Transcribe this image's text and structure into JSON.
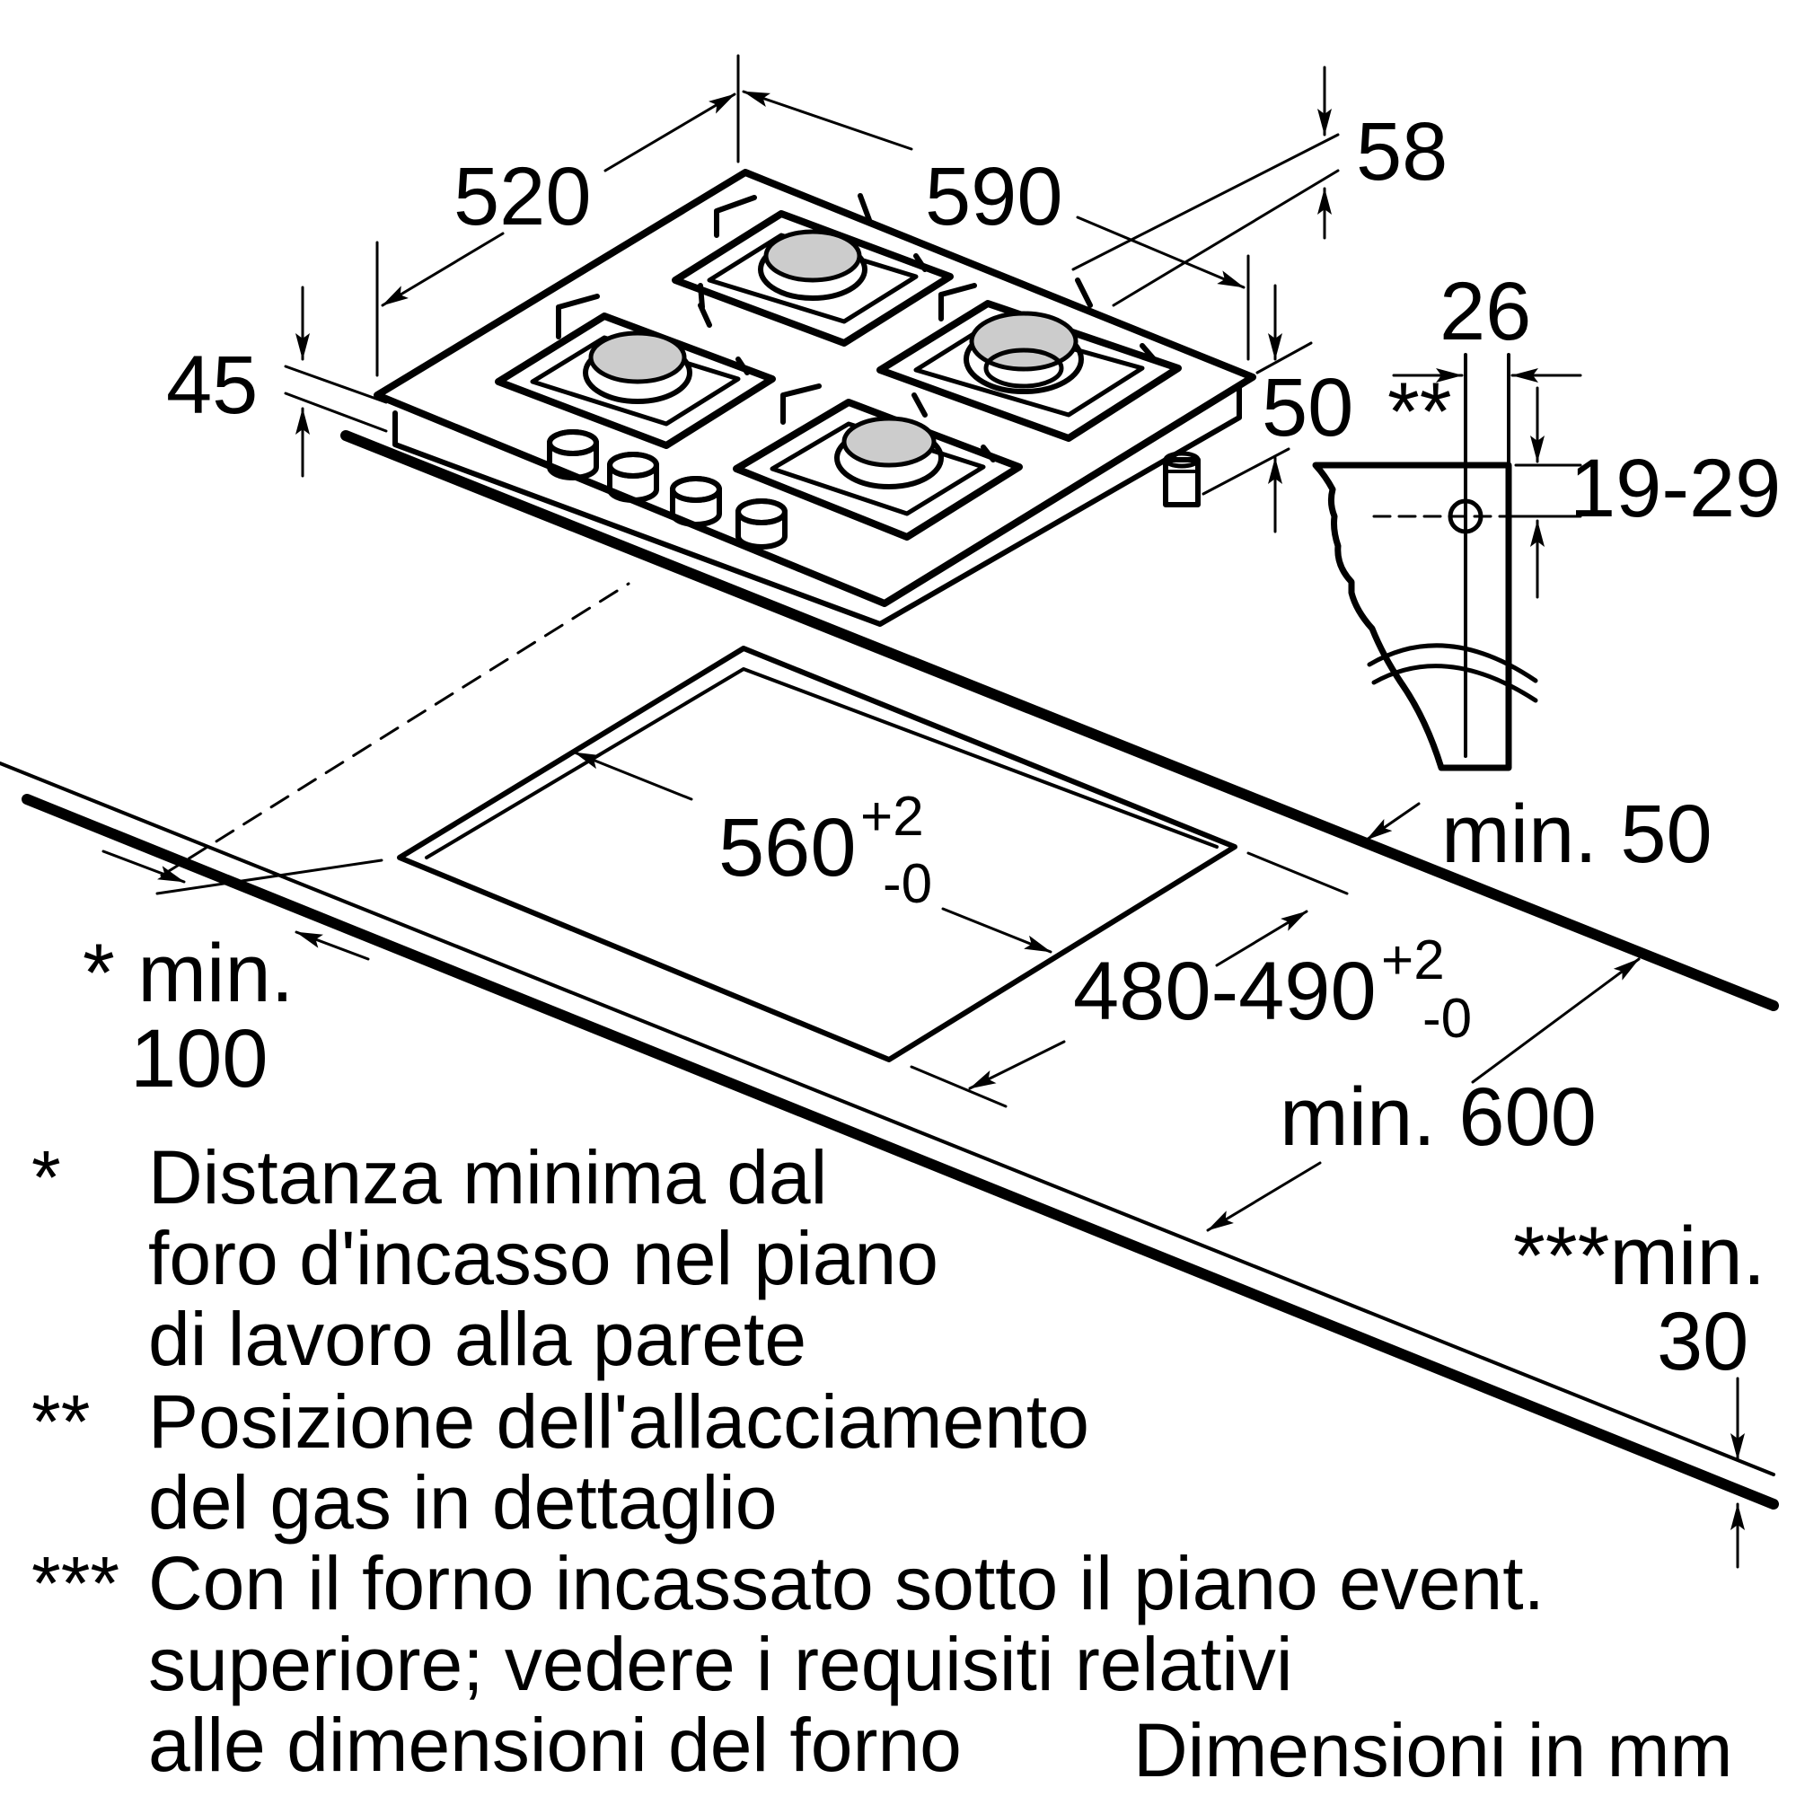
{
  "dimensions": {
    "d520": "520",
    "d590": "590",
    "d58": "58",
    "d45": "45",
    "d26": "26",
    "d50": "50",
    "d19_29": "19-29",
    "double_star": "**",
    "min50": "min. 50",
    "cutout_width": "560",
    "cutout_width_tol_plus": "+2",
    "cutout_width_tol_minus": "-0",
    "cutout_depth": "480-490",
    "cutout_depth_tol_plus": "+2",
    "cutout_depth_tol_minus": "-0",
    "min100_a": "* min.",
    "min100_b": "100",
    "min600": "min. 600",
    "min30_a": "***min.",
    "min30_b": "30"
  },
  "notes": [
    {
      "marker": "*",
      "lines": [
        "Distanza minima dal",
        "foro d'incasso nel piano",
        "di lavoro alla parete"
      ]
    },
    {
      "marker": "**",
      "lines": [
        "Posizione dell'allacciamento",
        "del gas in dettaglio"
      ]
    },
    {
      "marker": "***",
      "lines": [
        "Con il forno incassato sotto il piano event.",
        "superiore; vedere i requisiti relativi",
        "alle dimensioni del forno"
      ]
    }
  ],
  "units_label": "Dimensioni in mm"
}
